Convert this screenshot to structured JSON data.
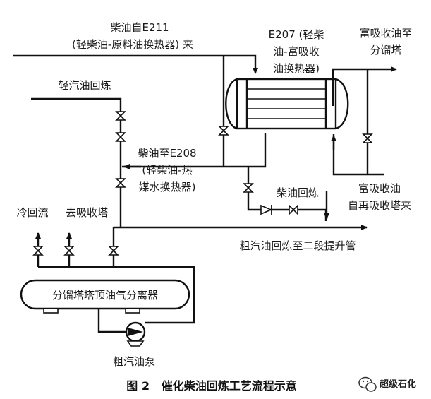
{
  "labels": {
    "diesel_from_e211_l1": "柴油自E211",
    "diesel_from_e211_l2": "(轻柴油-原料油换热器) 来",
    "light_gasoline_recycle": "轻汽油回炼",
    "e207_l1": "E207 (轻柴",
    "e207_l2": "油-富吸收",
    "e207_l3": "油换热器)",
    "rich_oil_to_tower_l1": "富吸收油至",
    "rich_oil_to_tower_l2": "分馏塔",
    "diesel_to_e208_l1": "柴油至E208",
    "diesel_to_e208_l2": "(轻柴油-热",
    "diesel_to_e208_l3": "媒水换热器)",
    "diesel_recycle": "柴油回炼",
    "rich_oil_from_l1": "富吸收油",
    "rich_oil_from_l2": "自再吸收塔来",
    "cold_reflux": "冷回流",
    "to_absorber": "去吸收塔",
    "crude_gasoline_to_riser": "粗汽油回炼至二段提升管",
    "separator": "分馏塔塔顶油气分离器",
    "pump": "粗汽油泵"
  },
  "caption": "图 2   催化柴油回炼工艺流程示意",
  "watermark": "超级石化",
  "icons": [
    "gate-valve-icon",
    "check-valve-icon",
    "centrifugal-pump-icon",
    "heat-exchanger-icon",
    "flow-arrow-icon",
    "wechat-logo-icon"
  ]
}
